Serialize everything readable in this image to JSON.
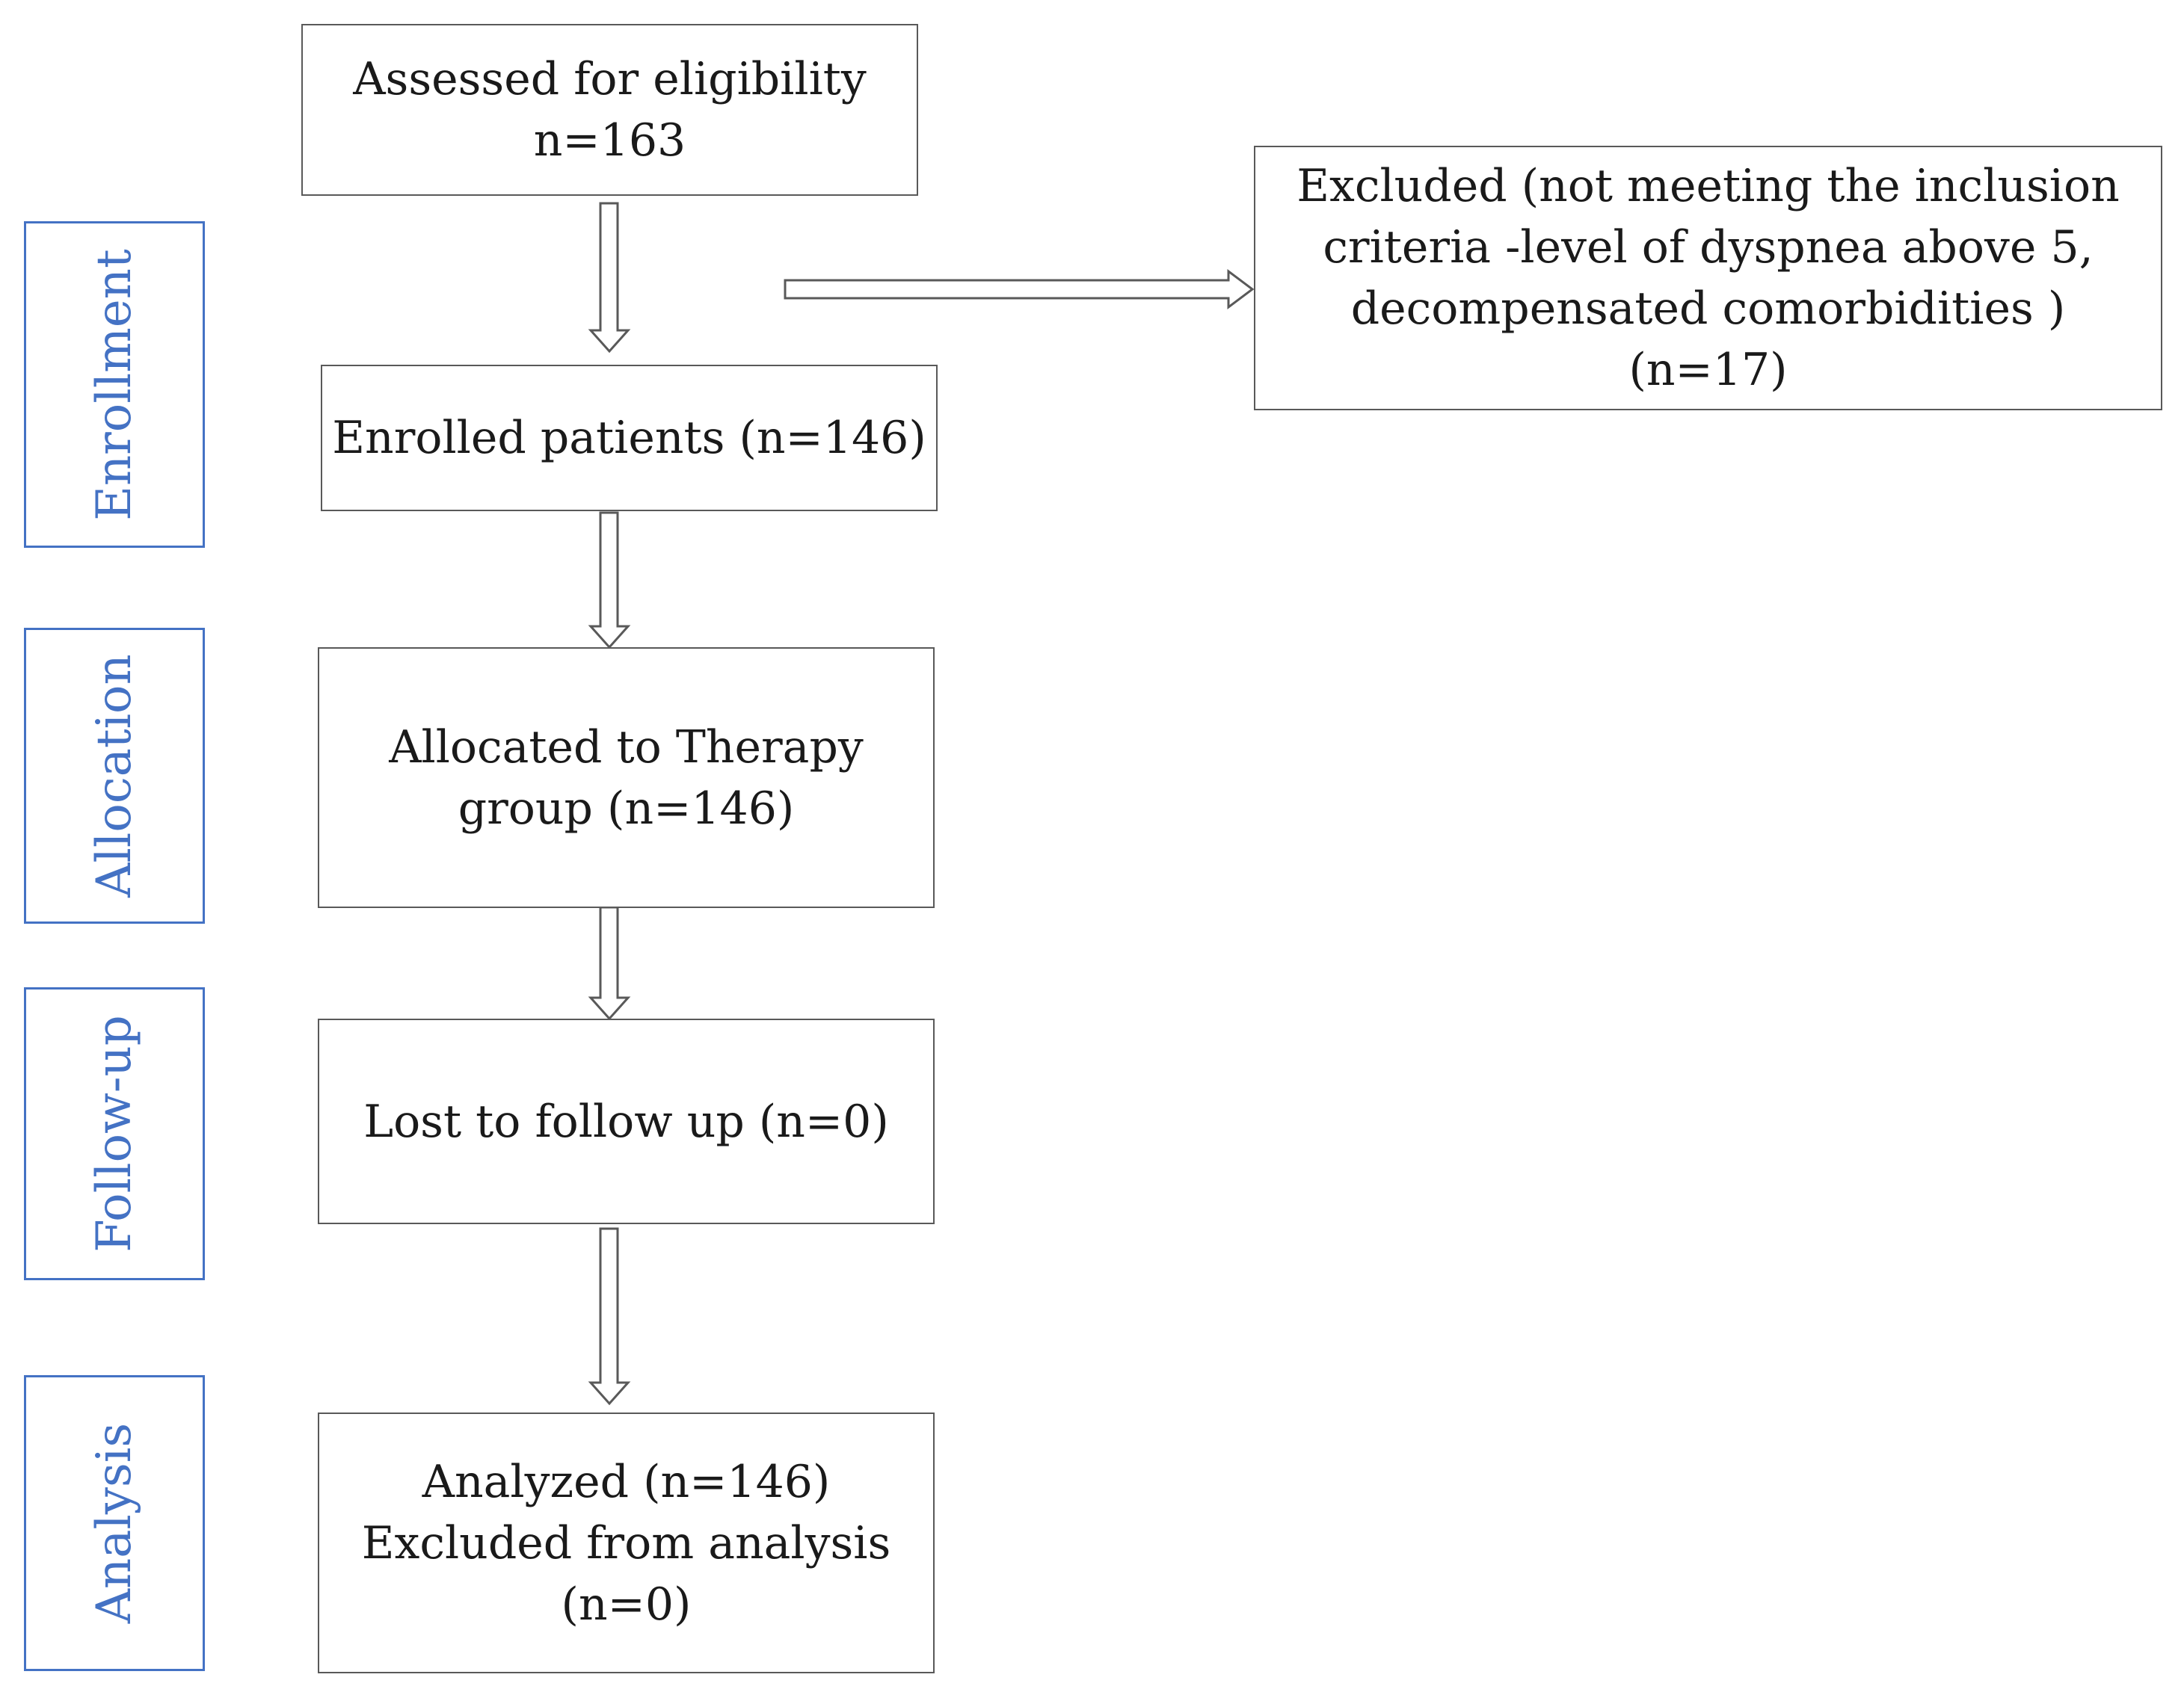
{
  "colors": {
    "stage_border": "#4472c4",
    "stage_text": "#4472c4",
    "box_border": "#595959",
    "text": "#1a1a1a"
  },
  "stages": {
    "enrollment": "Enrollment",
    "allocation": "Allocation",
    "follow_up": "Follow-up",
    "analysis": "Analysis"
  },
  "boxes": {
    "assessed": {
      "line1": "Assessed for eligibility",
      "line2": "n=163"
    },
    "excluded": {
      "line1": "Excluded (not meeting the inclusion",
      "line2": "criteria -level of dyspnea above 5,",
      "line3": "decompensated comorbidities )",
      "line4": "(n=17)"
    },
    "enrolled": {
      "line1": "Enrolled patients (n=146)"
    },
    "allocated": {
      "line1": "Allocated to Therapy",
      "line2": "group (n=146)"
    },
    "lost": {
      "line1": "Lost to follow up (n=0)"
    },
    "analyzed": {
      "line1": "Analyzed (n=146)",
      "line2": "Excluded from analysis",
      "line3": "(n=0)"
    }
  }
}
